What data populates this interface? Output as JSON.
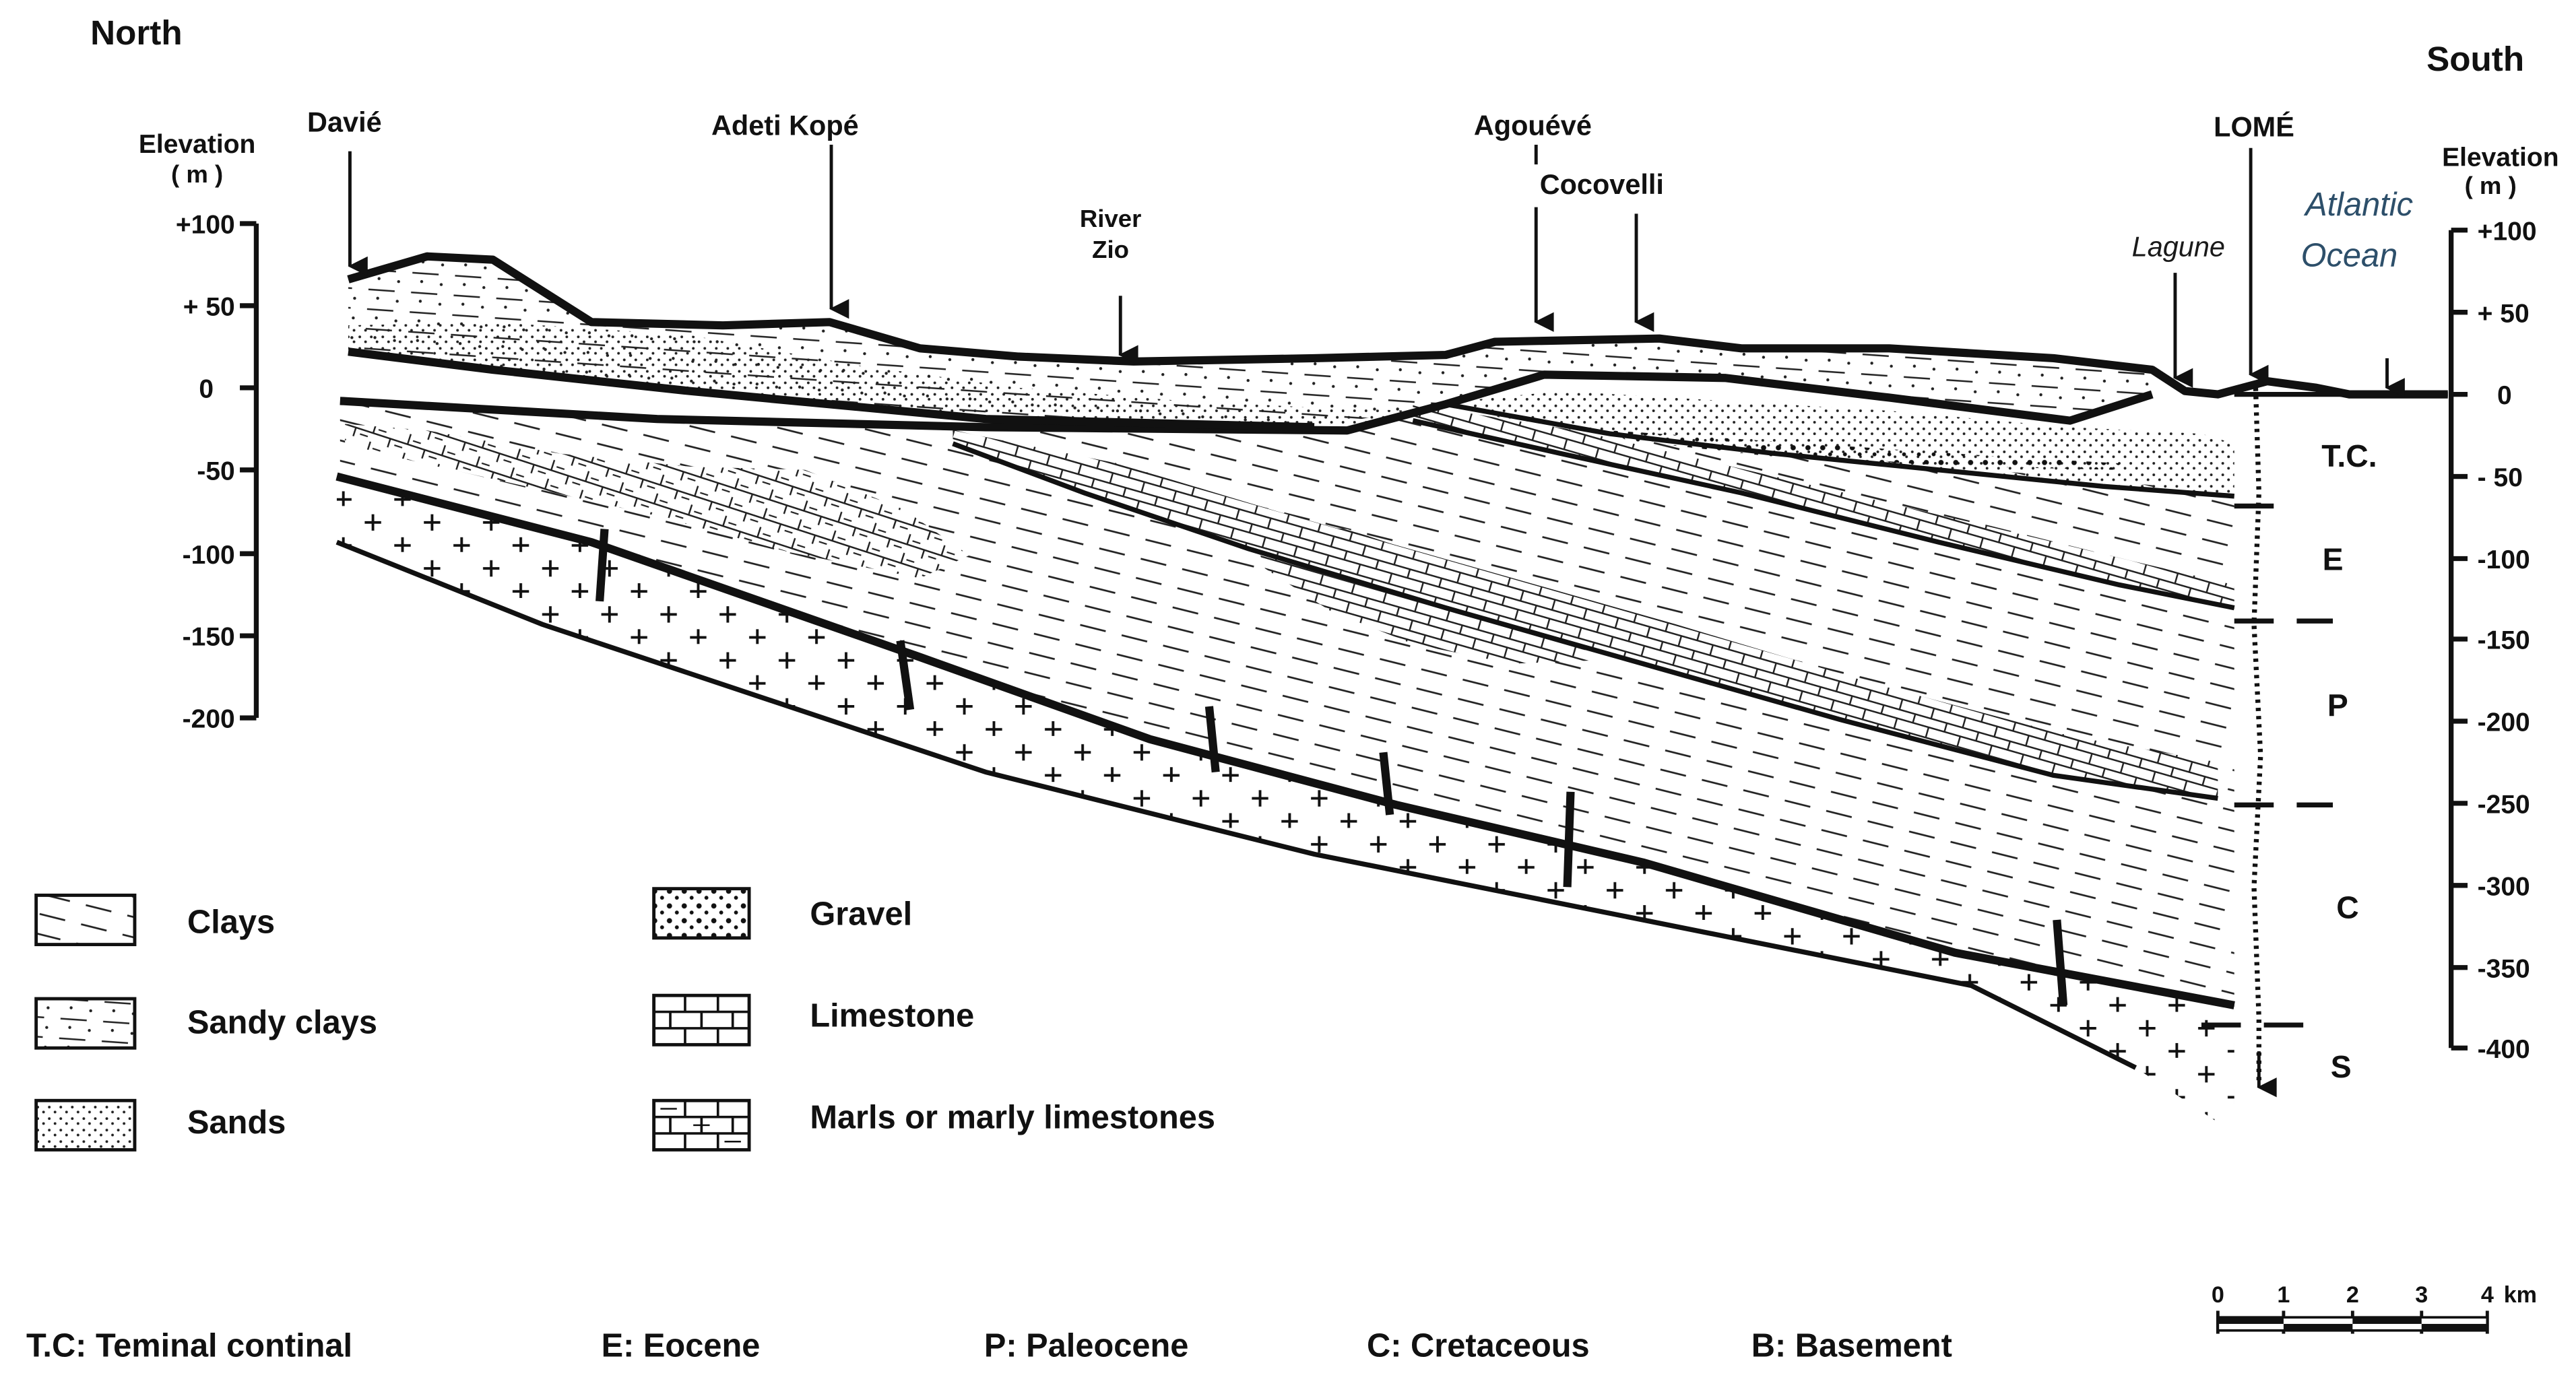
{
  "orientation": {
    "north": "North",
    "south": "South"
  },
  "axis": {
    "left_title_line1": "Elevation",
    "left_title_line2": "( m )",
    "right_title_line1": "Elevation",
    "right_title_line2": "( m )",
    "left_ticks": [
      "+100",
      "+ 50",
      "0",
      "-50",
      "-100",
      "-150",
      "-200"
    ],
    "right_ticks": [
      "+100",
      "+ 50",
      "0",
      "- 50",
      "-100",
      "-150",
      "-200",
      "-250",
      "-300",
      "-350",
      "-400"
    ]
  },
  "localities": {
    "davie": "Davié",
    "adeti_kope": "Adeti Kopé",
    "river_zio_line1": "River",
    "river_zio_line2": "Zio",
    "agoueve": "Agouévé",
    "cocovelli": "Cocovelli",
    "lagune": "Lagune",
    "lome": "LOMÉ",
    "atlantic_line1": "Atlantic",
    "atlantic_line2": "Ocean"
  },
  "formations": {
    "tc": "T.C.",
    "e": "E",
    "p": "P",
    "c": "C",
    "s": "S"
  },
  "legend": {
    "clays": "Clays",
    "sandy_clays": "Sandy clays",
    "sands": "Sands",
    "gravel": "Gravel",
    "limestone": "Limestone",
    "marls": "Marls or marly limestones"
  },
  "scale_bar": {
    "ticks": [
      "0",
      "1",
      "2",
      "3",
      "4"
    ],
    "unit": "km"
  },
  "abbreviations": {
    "tc": "T.C: Teminal continal",
    "e": "E: Eocene",
    "p": "P: Paleocene",
    "c": "C: Cretaceous",
    "b": "B: Basement"
  },
  "colors": {
    "ink": "#111111",
    "ocean_text": "#2d4f6a"
  }
}
